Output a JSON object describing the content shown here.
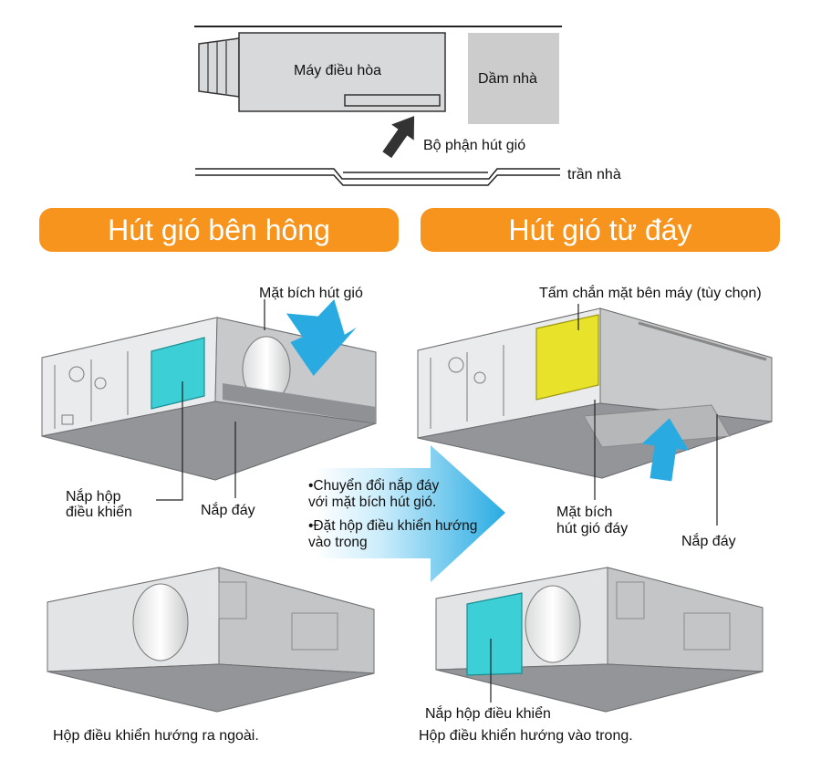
{
  "colors": {
    "accent_orange": "#f7941d",
    "duct_cyan": "#3ccfd6",
    "arrow_blue": "#29abe2",
    "side_panel_yellow": "#e8e22a",
    "unit_gray": "#a7a9ac",
    "beam_gray": "#cccccc"
  },
  "top_diagram": {
    "unit_label": "Máy điều hòa",
    "beam_label": "Dầm nhà",
    "intake_label": "Bộ phận hút gió",
    "ceiling_label": "trần nhà"
  },
  "left_section": {
    "title": "Hút gió bên hông",
    "flange_label": "Mặt bích hút gió",
    "control_box_cover_label": "Nắp hộp\nđiều khiển",
    "bottom_cover_label": "Nắp đáy",
    "caption": "Hộp điều khiển hướng ra ngoài."
  },
  "right_section": {
    "title": "Hút gió từ đáy",
    "side_panel_label": "Tấm chắn mặt bên máy (tùy chọn)",
    "bottom_flange_label": "Mặt bích\nhút gió đáy",
    "bottom_cover_label": "Nắp đáy",
    "control_box_cover_label": "Nắp hộp điều khiển",
    "caption": "Hộp điều khiển hướng vào trong."
  },
  "transition_arrow": {
    "bullets": [
      "•Chuyển đổi nắp đáy\nvới mặt bích hút gió.",
      "•Đặt hộp điều khiển hướng\nvào trong"
    ]
  }
}
